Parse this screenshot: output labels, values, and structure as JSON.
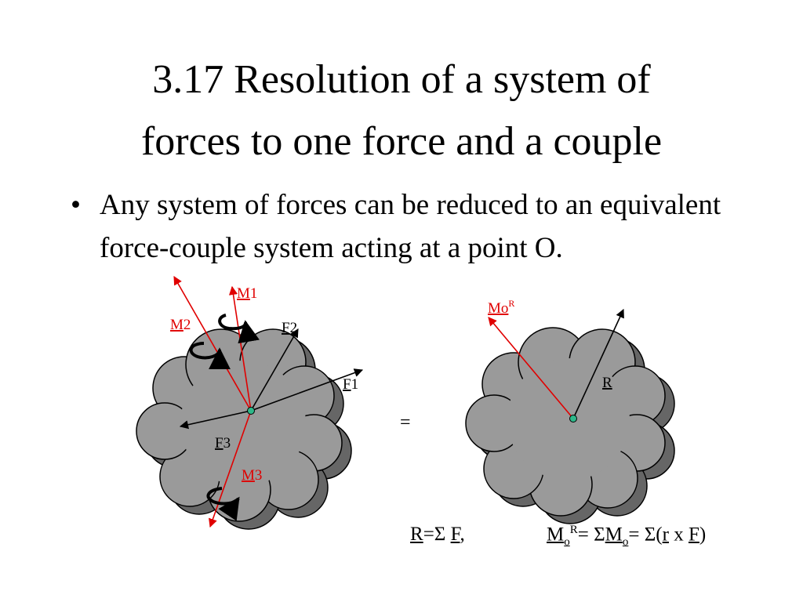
{
  "slide": {
    "title_line1": "3.17 Resolution of a system of",
    "title_line2": "forces to one force and a couple",
    "bullet_symbol": "•",
    "bullet_text": "Any system of forces can be reduced to an equivalent force-couple system acting at a point O."
  },
  "left_diagram": {
    "labels": {
      "m1_sym": "M",
      "m1_idx": "1",
      "m2_sym": "M",
      "m2_idx": "2",
      "m3_sym": "M",
      "m3_idx": "3",
      "f1_sym": "F",
      "f1_idx": "1",
      "f2_sym": "F",
      "f2_idx": "2",
      "f3_sym": "F",
      "f3_idx": "3"
    }
  },
  "equals_sign": "=",
  "right_diagram": {
    "labels": {
      "mo_sym": "Mo",
      "mo_sup": "R",
      "r_sym": "R"
    }
  },
  "formulas": {
    "f1_R": "R",
    "f1_eq": "=Σ ",
    "f1_F": "F",
    "f1_comma": ",",
    "f2_M": "M",
    "f2_o": "o",
    "f2_R": "R",
    "f2_eq": "= Σ",
    "f2_M2": "M",
    "f2_o2": "o",
    "f2_eq2": "= Σ(",
    "f2_r": "r",
    "f2_x": " x ",
    "f2_F": "F",
    "f2_close": ")"
  },
  "colors": {
    "moment": "#e00000",
    "cloud_fill": "#9a9a9a",
    "cloud_shadow": "#666666",
    "cloud_stroke": "#000000",
    "origin_dot": "#2fb88a"
  }
}
